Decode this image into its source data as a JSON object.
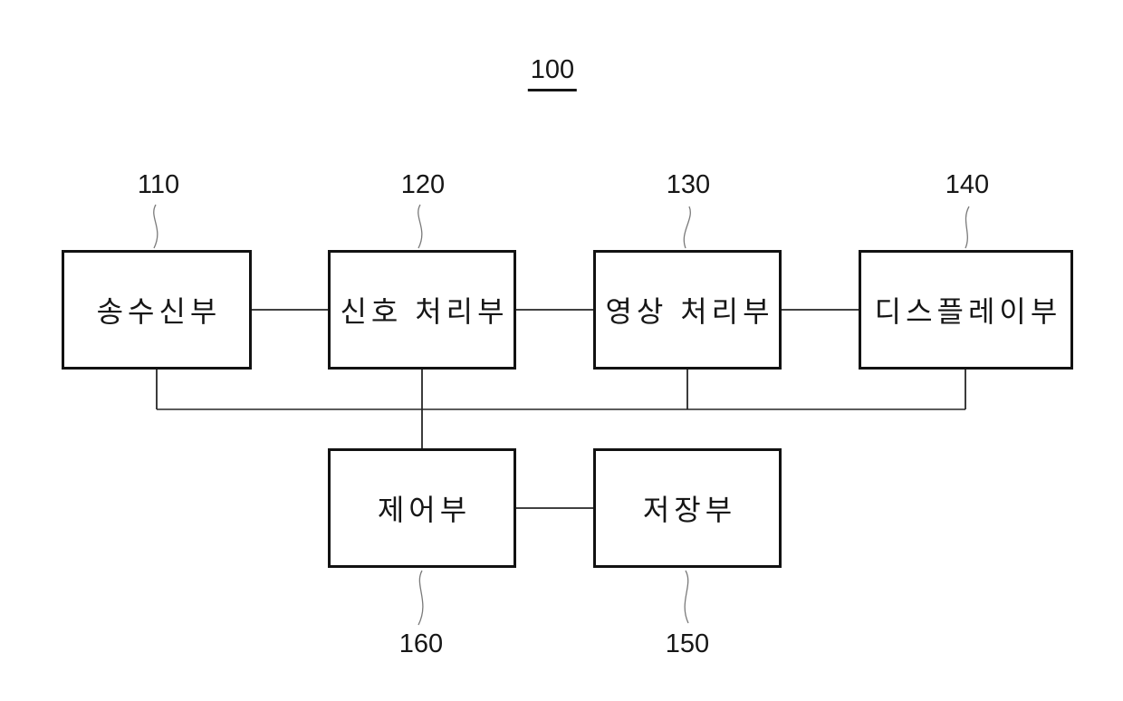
{
  "figure": {
    "reference": "100",
    "background_color": "#ffffff",
    "line_color": "#262626",
    "blocks": [
      {
        "ref": "110",
        "label": "송수신부"
      },
      {
        "ref": "120",
        "label": "신호 처리부"
      },
      {
        "ref": "130",
        "label": "영상 처리부"
      },
      {
        "ref": "140",
        "label": "디스플레이부"
      },
      {
        "ref": "160",
        "label": "제어부"
      },
      {
        "ref": "150",
        "label": "저장부"
      }
    ],
    "connections": [
      {
        "from": "110",
        "to": "120"
      },
      {
        "from": "120",
        "to": "130"
      },
      {
        "from": "130",
        "to": "140"
      },
      {
        "from": "110",
        "to": "160"
      },
      {
        "from": "120",
        "to": "160"
      },
      {
        "from": "130",
        "to": "160"
      },
      {
        "from": "140",
        "to": "160"
      },
      {
        "from": "160",
        "to": "150"
      }
    ]
  }
}
